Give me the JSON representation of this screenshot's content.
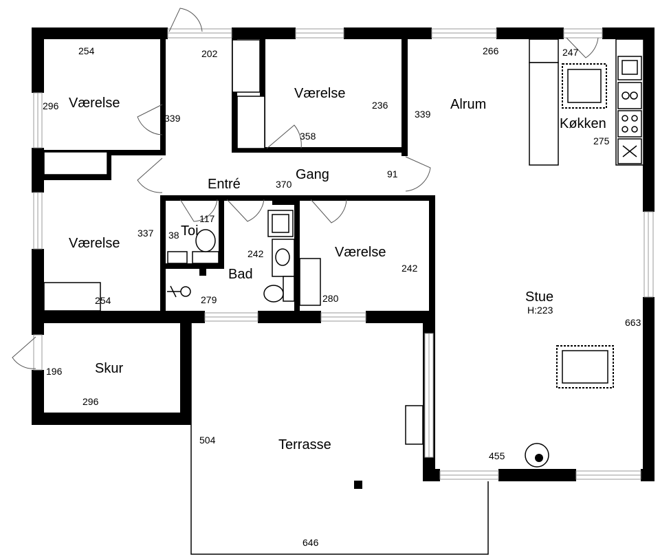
{
  "rooms": {
    "vaerelse_nw": "Værelse",
    "vaerelse_north": "Værelse",
    "alrum": "Alrum",
    "kokken": "Køkken",
    "gang": "Gang",
    "entre": "Entré",
    "vaerelse_west": "Værelse",
    "toi": "Toi",
    "bad": "Bad",
    "vaerelse_center": "Værelse",
    "stue": "Stue",
    "stue_height": "H:223",
    "skur": "Skur",
    "terrasse": "Terrasse"
  },
  "dimensions": {
    "d254_top": "254",
    "d202": "202",
    "d266": "266",
    "d247": "247",
    "d296_left": "296",
    "d339_left": "339",
    "d236": "236",
    "d339_alrum": "339",
    "d358": "358",
    "d275": "275",
    "d370": "370",
    "d91": "91",
    "d117": "117",
    "d38": "38",
    "d337": "337",
    "d242_bad": "242",
    "d242_room": "242",
    "d254_bottom": "254",
    "d279": "279",
    "d280": "280",
    "d663": "663",
    "d196": "196",
    "d296_skur": "296",
    "d504": "504",
    "d455": "455",
    "d646": "646"
  }
}
